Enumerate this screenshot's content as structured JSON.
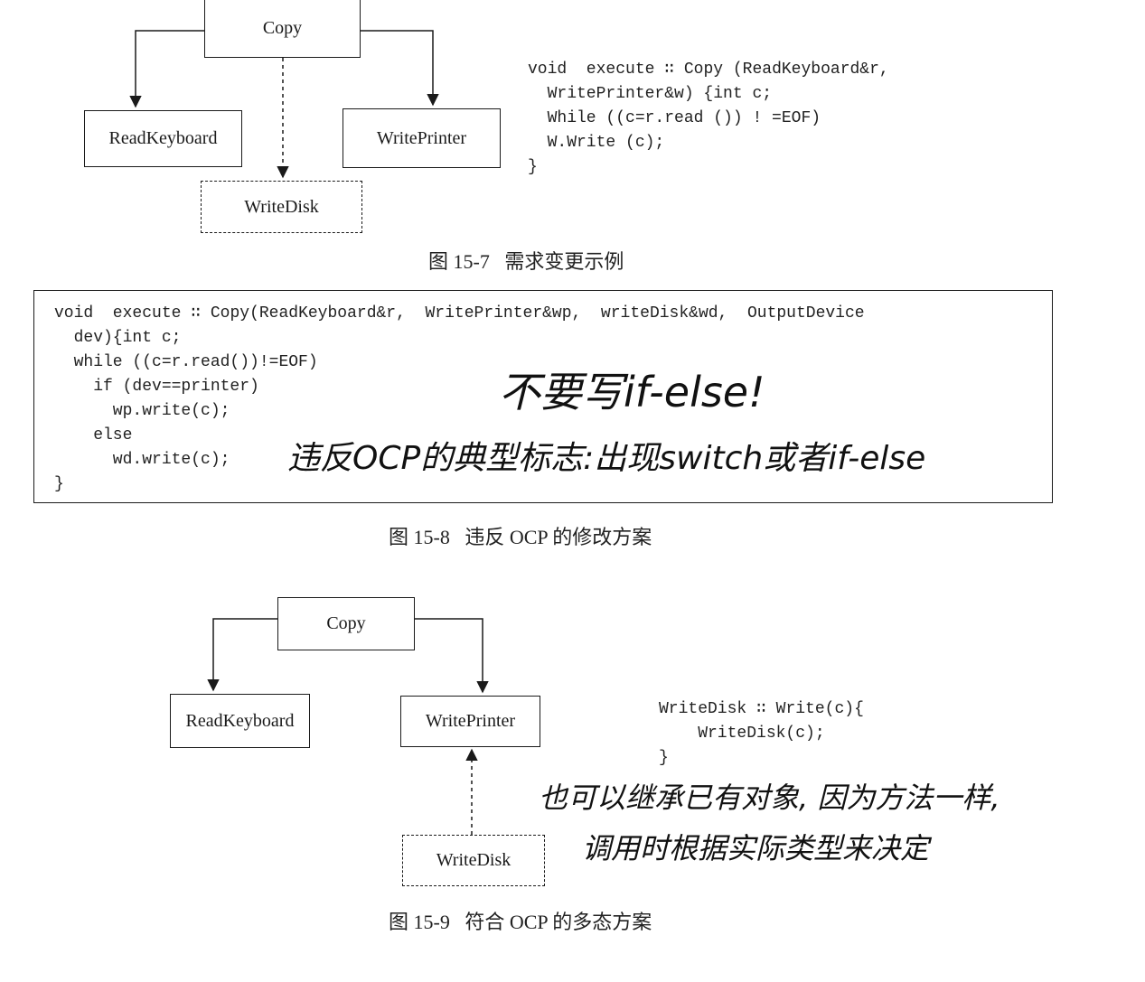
{
  "fig7": {
    "box_copy": "Copy",
    "box_readkeyboard": "ReadKeyboard",
    "box_writeprinter": "WritePrinter",
    "box_writedisk": "WriteDisk",
    "code_lines": [
      "void  execute ∷ Copy (ReadKeyboard&r,",
      "  WritePrinter&w) {int c;",
      "  While ((c=r.read ()) ! =EOF)",
      "  W.Write (c);",
      "}"
    ],
    "caption": "图 15-7   需求变更示例"
  },
  "fig8": {
    "code_lines": [
      "void  execute ∷ Copy(ReadKeyboard&r,  WritePrinter&wp,  writeDisk&wd,  OutputDevice",
      "  dev){int c;",
      "  while ((c=r.read())!=EOF)",
      "    if (dev==printer)",
      "      wp.write(c);",
      "    else",
      "      wd.write(c);",
      "}"
    ],
    "caption": "图 15-8   违反 OCP 的修改方案",
    "note_1": "不要写if-else!",
    "note_2": "违反OCP的典型标志:出现switch或者if-else"
  },
  "fig9": {
    "box_copy": "Copy",
    "box_readkeyboard": "ReadKeyboard",
    "box_writeprinter": "WritePrinter",
    "box_writedisk": "WriteDisk",
    "code_lines": [
      "WriteDisk ∷ Write(c){",
      "    WriteDisk(c);",
      "}"
    ],
    "caption": "图 15-9   符合 OCP 的多态方案",
    "note_1": "也可以继承已有对象, 因为方法一样,",
    "note_2": "调用时根据实际类型来决定"
  }
}
